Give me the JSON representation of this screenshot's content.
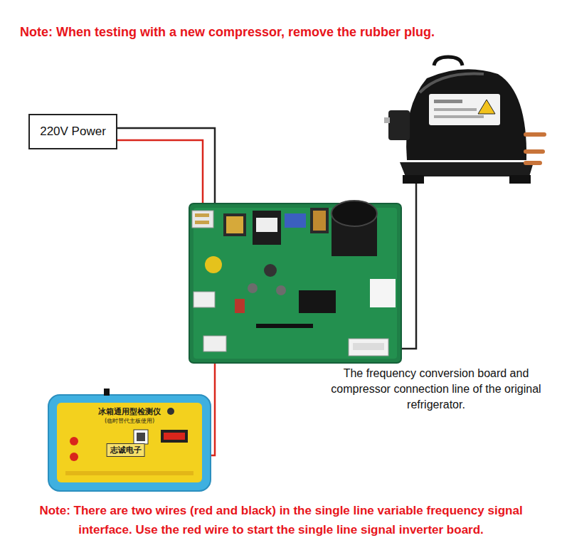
{
  "diagram": {
    "nodes": [
      {
        "text": [
          "220V Power"
        ]
      },
      {
        "text": [
          "冰箱通用型检测仪",
          "(临时替代主板使用)",
          "志诚电子"
        ]
      }
    ],
    "labels": [
      "Note: When testing with a new compressor, remove the rubber plug.",
      "The frequency conversion board and compressor connection line of the original refrigerator.",
      "Note: There are two wires (red and black) in the single line variable frequency signal interface. Use the red wire to start the single line signal inverter board."
    ]
  }
}
